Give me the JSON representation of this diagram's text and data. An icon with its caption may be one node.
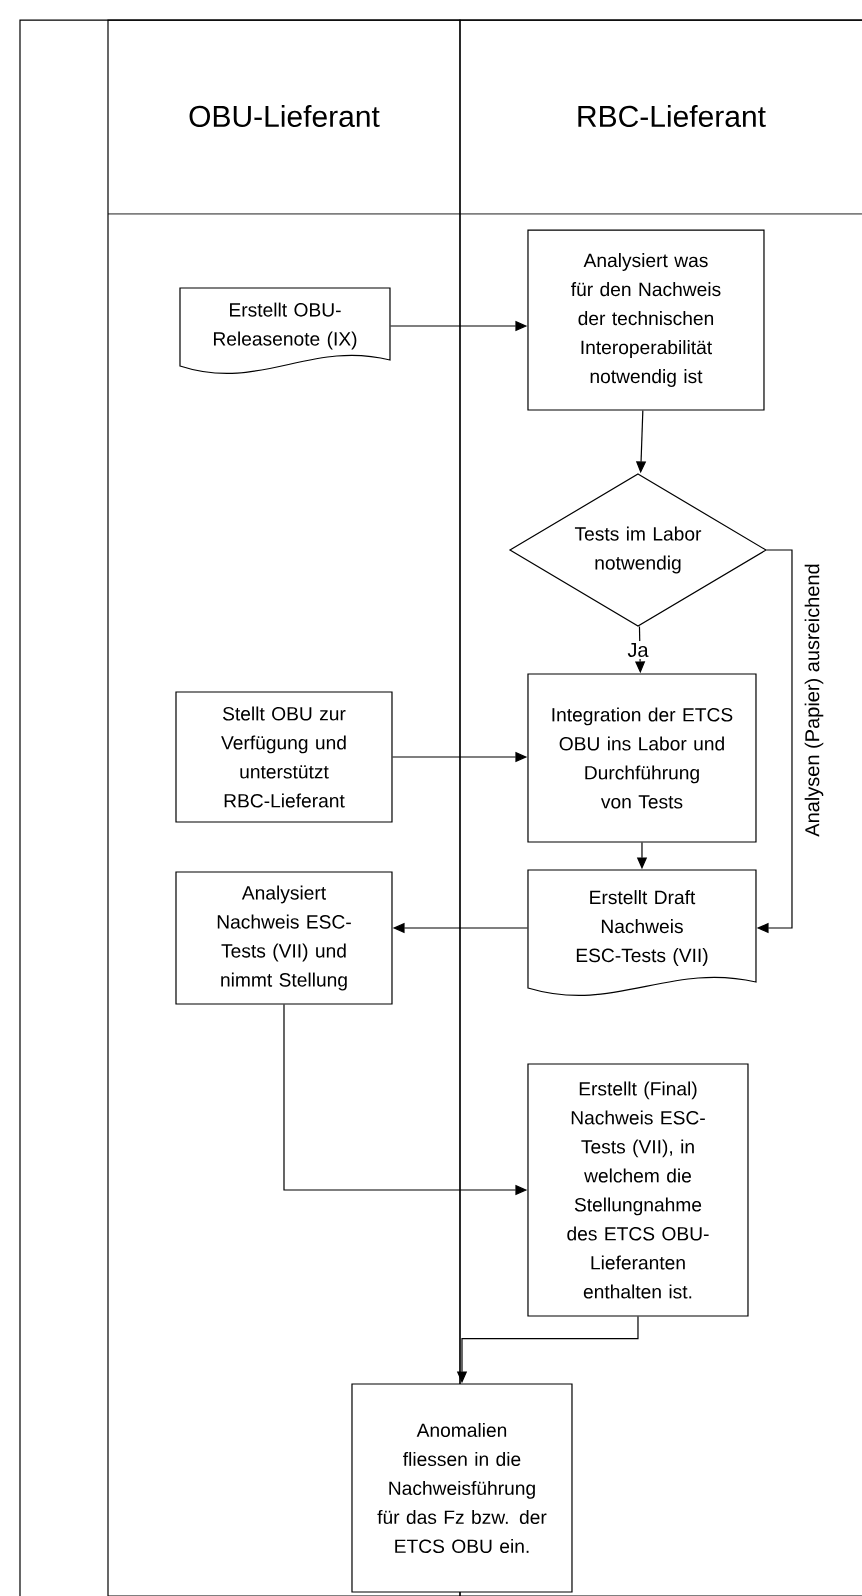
{
  "diagram": {
    "nodes": [
      {
        "text": [
          "OBU-Lieferant"
        ]
      },
      {
        "text": [
          "RBC-Lieferant"
        ]
      },
      {
        "text": [
          "Erstellt OBU-Releasenote (IX)"
        ],
        "in": 0
      },
      {
        "text": [
          "Analysiert was für den Nachweis der technischen Interoperabilität notwendig ist"
        ],
        "in": 1
      },
      {
        "text": [
          "Tests im Labor notwendig"
        ],
        "in": 1
      },
      {
        "text": [
          "Integration der ETCS OBU ins Labor und Durchführung von Tests"
        ],
        "in": 1
      },
      {
        "text": [
          "Stellt OBU zur Verfügung und unterstützt RBC-Lieferant"
        ],
        "in": 0
      },
      {
        "text": [
          "Erstellt Draft Nachweis ESC-Tests (VII)"
        ],
        "in": 1
      },
      {
        "text": [
          "Analysiert Nachweis ESC-Tests (VII) und nimmt Stellung"
        ],
        "in": 0
      },
      {
        "text": [
          "Erstellt (Final) Nachweis ESC-Tests (VII), in welchem die Stellungnahme des ETCS OBU-Lieferanten enthalten ist."
        ],
        "in": 1
      },
      {
        "text": [
          "Anomalien fliessen in die Nachweisführung für das Fz bzw. der ETCS OBU ein."
        ]
      }
    ],
    "edges": [
      {
        "from": 2,
        "to": 3,
        "arrow": "to"
      },
      {
        "from": 3,
        "to": 4,
        "arrow": "to"
      },
      {
        "from": 4,
        "to": 5,
        "arrow": "to",
        "label": "Ja"
      },
      {
        "from": 4,
        "to": 7,
        "arrow": "to",
        "label": "Analysen (Papier) ausreichend"
      },
      {
        "from": 6,
        "to": 5,
        "arrow": "to"
      },
      {
        "from": 5,
        "to": 7,
        "arrow": "to"
      },
      {
        "from": 7,
        "to": 8,
        "arrow": "to"
      },
      {
        "from": 8,
        "to": 9,
        "arrow": "to"
      },
      {
        "from": 9,
        "to": 10,
        "arrow": "to"
      }
    ]
  }
}
